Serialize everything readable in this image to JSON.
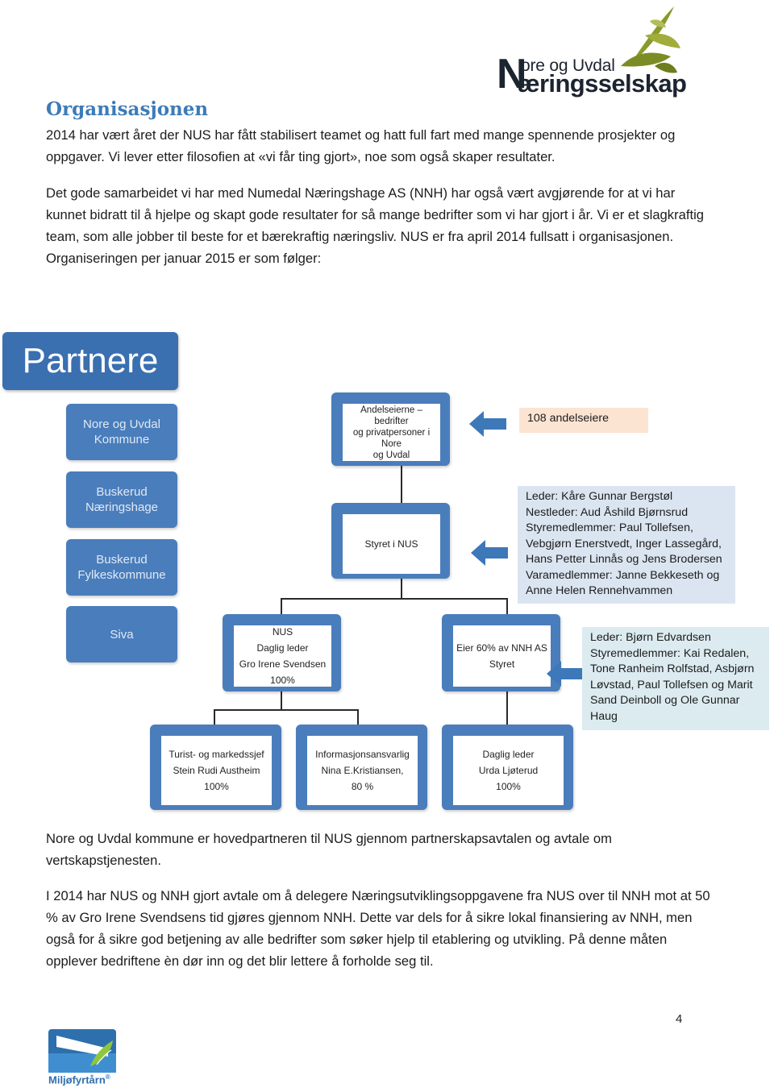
{
  "header": {
    "logo": {
      "line1": "ore og Uvdal",
      "line2": "æringsselskap",
      "initial": "N"
    }
  },
  "section_title": "Organisasjonen",
  "paragraphs": [
    "2014 har vært året der NUS har fått stabilisert teamet og hatt full fart med mange spennende prosjekter og oppgaver. Vi lever etter filosofien at «vi får ting gjort», noe som også skaper resultater.",
    "Det gode samarbeidet vi har med Numedal Næringshage AS (NNH) har også vært avgjørende for at vi har kunnet bidratt til å hjelpe og skapt gode resultater for så mange bedrifter som vi har gjort i år. Vi er et slagkraftig team, som alle jobber til beste for et bærekraftig næringsliv. NUS er fra april 2014 fullsatt i organisasjonen. Organiseringen per januar 2015 er som følger:",
    "Nore og Uvdal kommune er hovedpartneren til NUS gjennom partnerskapsavtalen og avtale om vertskapstjenesten.",
    "I 2014 har NUS og NNH gjort avtale om å delegere Næringsutviklingsoppgavene fra NUS over til NNH mot at 50 % av Gro Irene Svendsens tid gjøres gjennom NNH. Dette var dels for å sikre lokal finansiering av NNH, men også for å sikre god betjening av alle bedrifter som søker hjelp til etablering og utvikling. På denne måten opplever bedriftene èn dør inn og det blir lettere å forholde seg til."
  ],
  "org_chart": {
    "partners_title": "Partnere",
    "partners": [
      {
        "line1": "Nore og Uvdal",
        "line2": "Kommune"
      },
      {
        "line1": "Buskerud",
        "line2": "Næringshage"
      },
      {
        "line1": "Buskerud",
        "line2": "Fylkeskommune"
      },
      {
        "line1": "Siva",
        "line2": ""
      }
    ],
    "owners_box": {
      "line1": "Andelseierne – bedrifter",
      "line2": "og privatpersoner i Nore",
      "line3": "og Uvdal"
    },
    "owners_note": "108 andelseiere",
    "board_box": {
      "line1": "Styret i NUS"
    },
    "board_note": {
      "l1": "Leder: Kåre Gunnar Bergstøl",
      "l2": "Nestleder: Aud Åshild Bjørnsrud",
      "l3": "Styremedlemmer: Paul Tollefsen,",
      "l4": "Vebgjørn Enerstvedt, Inger Lassegård,",
      "l5": "Hans Petter Linnås og Jens Brodersen",
      "l6": "Varamedlemmer: Janne Bekkeseth og",
      "l7": "Anne Helen Rennehvammen"
    },
    "nus_box": {
      "line1": "NUS",
      "line2": "Daglig leder",
      "line3": "Gro Irene Svendsen",
      "line4": "100%"
    },
    "nnh_box": {
      "line1": "Eier 60% av NNH AS",
      "line2": "Styret"
    },
    "nnh_note": {
      "l1": "Leder: Bjørn Edvardsen",
      "l2": "Styremedlemmer: Kai Redalen,",
      "l3": "Tone Ranheim Rolfstad, Asbjørn",
      "l4": "Løvstad, Paul Tollefsen og Marit",
      "l5": "Sand Deinboll og Ole Gunnar",
      "l6": "Haug"
    },
    "staff": [
      {
        "line1": "Turist- og markedssjef",
        "line2": "Stein Rudi Austheim",
        "line3": "100%"
      },
      {
        "line1": "Informasjonsansvarlig",
        "line2": "Nina E.Kristiansen,",
        "line3": "80 %"
      },
      {
        "line1": "Daglig leder",
        "line2": "Urda Ljøterud",
        "line3": "100%"
      }
    ]
  },
  "page_number": "4",
  "footer_logo": {
    "text": "Miljøfyrtårn",
    "mark": "®"
  },
  "colors": {
    "title": "#3c7bb7",
    "box": "#4a7dbb",
    "partner_header": "#3a6fb0",
    "arrow": "#3d78b9",
    "note_orange": "#fce4d2",
    "note_blue": "#dbe5f1"
  }
}
